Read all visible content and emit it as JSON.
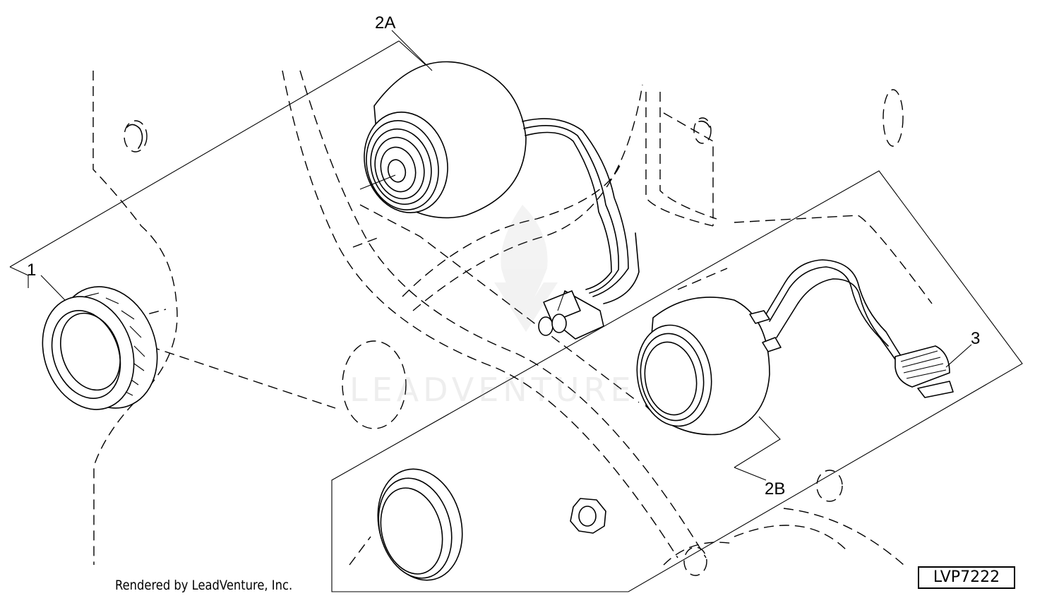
{
  "callouts": {
    "item_1": "1",
    "item_2a": "2A",
    "item_2b": "2B",
    "item_3": "3"
  },
  "footer": {
    "credit": "Rendered by LeadVenture, Inc.",
    "reference_id": "LVP7222"
  },
  "watermark": {
    "text": "LEADVENTURE",
    "icon": "flame-logo-icon"
  },
  "colors": {
    "line": "#000000",
    "background": "#ffffff",
    "watermark": "#a0a0a0"
  }
}
